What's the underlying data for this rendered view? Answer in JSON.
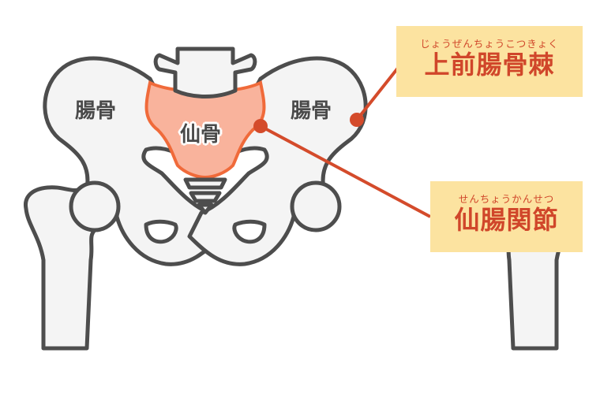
{
  "diagram": {
    "subject": "pelvis front view",
    "colors": {
      "bone_fill": "#f4f4f4",
      "bone_stroke": "#4d4d4d",
      "sacrum_fill": "#f9b39c",
      "sacrum_stroke": "#f06a3a",
      "pointer": "#d44b2b",
      "callout_bg": "#fce3a0",
      "callout_text": "#d0462a"
    },
    "labels": {
      "ilium_left": "腸骨",
      "ilium_right": "腸骨",
      "sacrum": "仙骨"
    },
    "callouts": [
      {
        "ruby": "じょうぜんちょうこつきょく",
        "term": "上前腸骨棘"
      },
      {
        "ruby": "せんちょうかんせつ",
        "term": "仙腸関節"
      }
    ]
  }
}
